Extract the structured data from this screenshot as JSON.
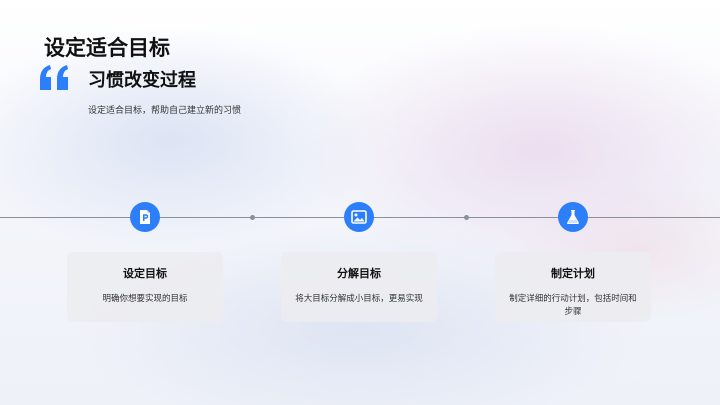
{
  "slide": {
    "title": "设定适合目标",
    "subtitle": "习惯改变过程",
    "description": "设定适合目标，帮助自己建立新的习惯"
  },
  "steps": [
    {
      "title": "设定目标",
      "text": "明确你想要实现的目标",
      "icon": "document-icon"
    },
    {
      "title": "分解目标",
      "text": "将大目标分解成小目标，更易实现",
      "icon": "image-icon"
    },
    {
      "title": "制定计划",
      "text": "制定详细的行动计划，包括时间和步骤",
      "icon": "flask-icon"
    }
  ],
  "colors": {
    "accent": "#2d7ff9",
    "timeline": "#8a8f99",
    "card": "#ececf0"
  }
}
